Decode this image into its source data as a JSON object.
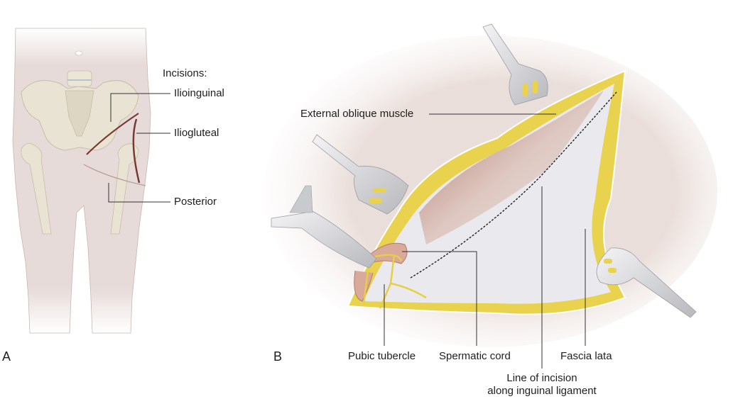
{
  "panel_a": {
    "letter": "A",
    "heading": "Incisions:",
    "labels": [
      "Ilioinguinal",
      "Iliogluteal",
      "Posterior"
    ]
  },
  "panel_b": {
    "letter": "B",
    "labels": {
      "external_oblique": "External oblique muscle",
      "pubic_tubercle": "Pubic tubercle",
      "spermatic_cord": "Spermatic cord",
      "incision_line_1": "Line of incision",
      "incision_line_2": "along inguinal ligament",
      "fascia_lata": "Fascia lata"
    }
  },
  "colors": {
    "skin": "#e6dbd8",
    "bone": "#e8e3d3",
    "fat": "#e9d24e",
    "fascia": "#e9e9ee",
    "muscle": "#a5614f",
    "retractor": "#d9dadd",
    "incision": "#7a3a34",
    "leader": "#333333"
  }
}
